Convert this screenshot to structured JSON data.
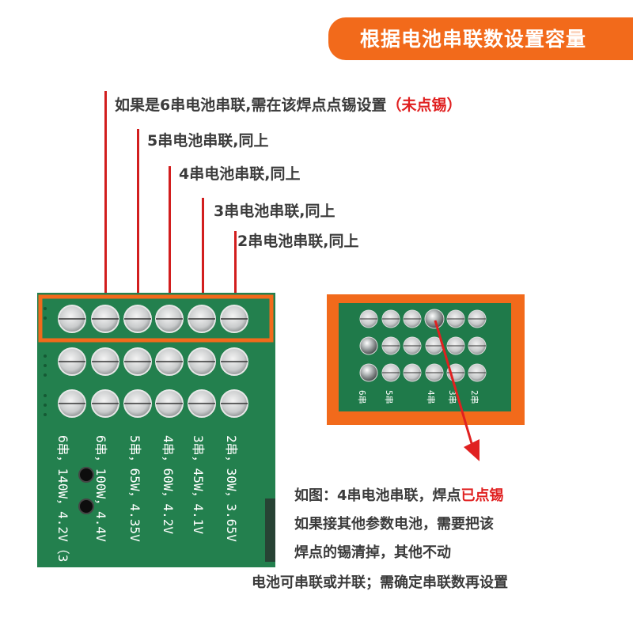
{
  "title": "根据电池串联数设置容量",
  "labels": {
    "l6_prefix": "如果是6串电池串联,需在该焊点点锡设置",
    "l6_note": "（未点锡）",
    "l5": "5串电池串联,同上",
    "l4": "4串电池串联,同上",
    "l3": "3串电池串联,同上",
    "l2": "2串电池串联,同上"
  },
  "pcb_text": {
    "col1": "6串，140W，4.2V（3",
    "col2": "6串，100W，4.4V",
    "col3": "5串，65W，4.35V",
    "col4": "4串，60W，4.2V",
    "col5": "3串，45W，4.1V",
    "col6": "2串，30W，3.65V",
    "right1": "6串",
    "right2": "5串",
    "right3": "4串",
    "right4": "3串",
    "right5": "2串"
  },
  "captions": {
    "line1_prefix": "如图：4串电池串联，焊点",
    "line1_red": "已点锡",
    "line2": "如果接其他参数电池，需要把该",
    "line3": "焊点的锡清掉，其他不动",
    "line4": "电池可串联或并联；需确定串联数再设置"
  },
  "colors": {
    "accent": "#f26a1b",
    "red_line": "#d21e1e",
    "pcb_green": "#1f7a4a",
    "text": "#3b3b3b"
  }
}
